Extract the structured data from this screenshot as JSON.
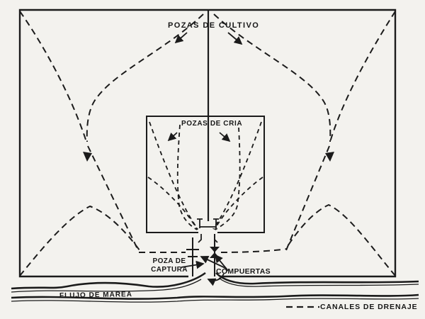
{
  "diagram": {
    "labels": {
      "cultivo": "POZAS DE CULTIVO",
      "cria": "POZAS DE CRIA",
      "captura_line1": "POZA DE",
      "captura_line2": "CAPTURA",
      "compuertas": "COMPUERTAS",
      "flujo": "FLUJO DE MAREA"
    },
    "legend": {
      "dashed_label": "CANALES DE DRENAJE"
    },
    "colors": {
      "ink": "#1b1b1b",
      "paper": "#f3f2ee"
    }
  }
}
